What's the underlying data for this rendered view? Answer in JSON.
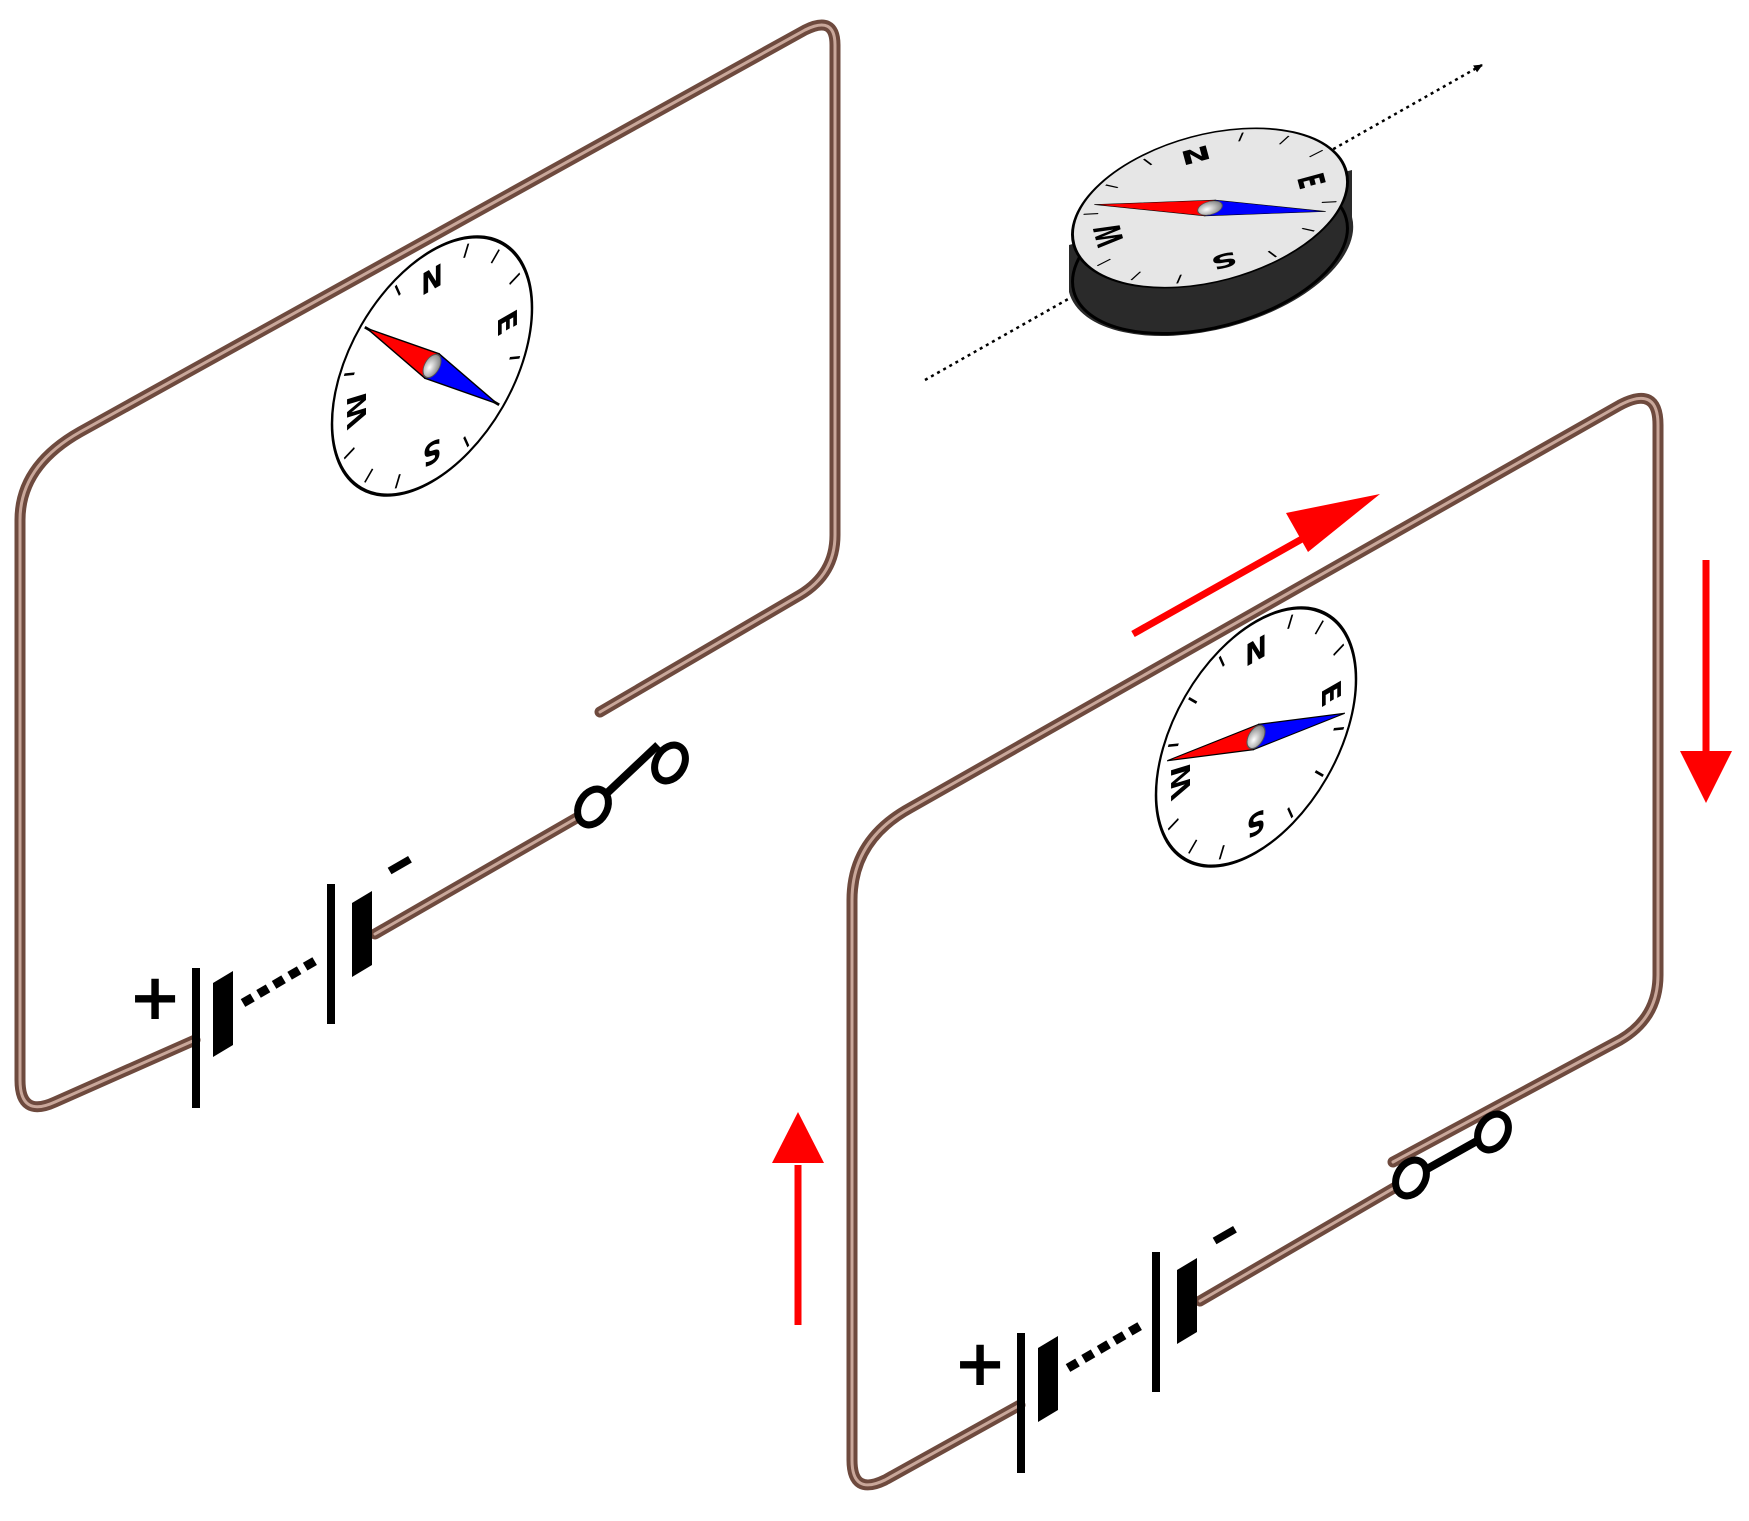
{
  "colors": {
    "wire": "#6e4a3e",
    "wire_highlight": "#c9a79a",
    "current_arrow": "#ff0000",
    "needle_north": "#ff0000",
    "needle_south": "#0000ff",
    "compass_face": "#e6e6e6",
    "compass_body": "#2a2a2a"
  },
  "compass_labels": {
    "north": "N",
    "south": "S",
    "east": "E",
    "west": "W"
  },
  "battery_labels": {
    "positive": "+",
    "negative": "–"
  },
  "circuits": [
    {
      "id": "left",
      "switch_state": "open",
      "current_flowing": false,
      "compass_needle": "north-south"
    },
    {
      "id": "right",
      "switch_state": "closed",
      "current_flowing": true,
      "compass_needle": "deflected"
    }
  ],
  "compass_standalone": {
    "body": "cylinder-icon",
    "axis": "dotted-line-with-arrow"
  }
}
